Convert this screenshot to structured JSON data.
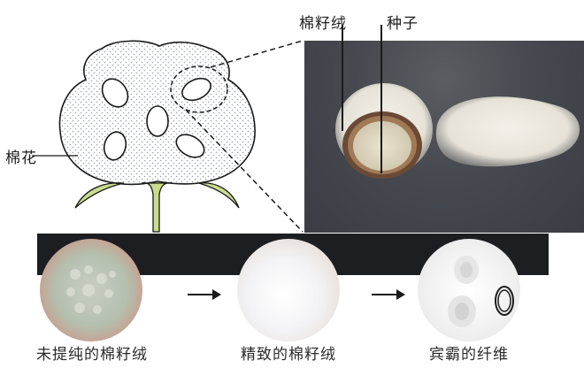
{
  "diagram": {
    "title_labels": {
      "cotton": "棉花",
      "linters": "棉籽绒",
      "seed": "种子"
    },
    "process_steps": [
      {
        "caption": "未提纯的棉籽绒",
        "image": "raw-cotton-linters-photo"
      },
      {
        "caption": "精致的棉籽绒",
        "image": "refined-cotton-linters-photo"
      },
      {
        "caption": "宾霸的纤维",
        "image": "fiber-filter-cartridges-photo"
      }
    ],
    "arrows": [
      "arrow-right",
      "arrow-right"
    ],
    "colors": {
      "boll_outline": "#1a1a1a",
      "boll_dots": "#9aa0a6",
      "leaf_fill": "#c9dc8c",
      "photo_bg": "#46494f",
      "band": "#1d1e22"
    }
  }
}
